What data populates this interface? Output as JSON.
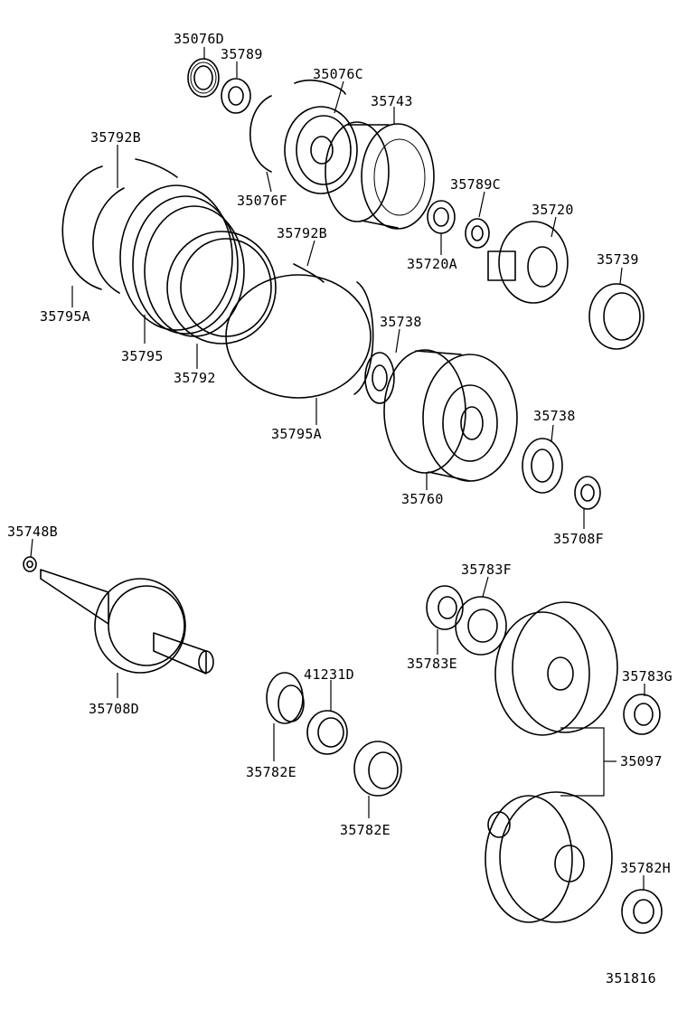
{
  "diagram_number": "351816",
  "labels": {
    "l35076D": "35076D",
    "l35789": "35789",
    "l35076C": "35076C",
    "l35743": "35743",
    "l35792B_top": "35792B",
    "l35076F": "35076F",
    "l35789C": "35789C",
    "l35720": "35720",
    "l35720A": "35720A",
    "l35792B_mid": "35792B",
    "l35739": "35739",
    "l35795A_left": "35795A",
    "l35795": "35795",
    "l35792": "35792",
    "l35738_top": "35738",
    "l35795A_bottom": "35795A",
    "l35738_right": "35738",
    "l35760": "35760",
    "l35708F": "35708F",
    "l35748B": "35748B",
    "l35783F": "35783F",
    "l35783E": "35783E",
    "l41231D": "41231D",
    "l35783G": "35783G",
    "l35708D": "35708D",
    "l35097": "35097",
    "l35782E_left": "35782E",
    "l35782E_right": "35782E",
    "l35782H": "35782H"
  }
}
